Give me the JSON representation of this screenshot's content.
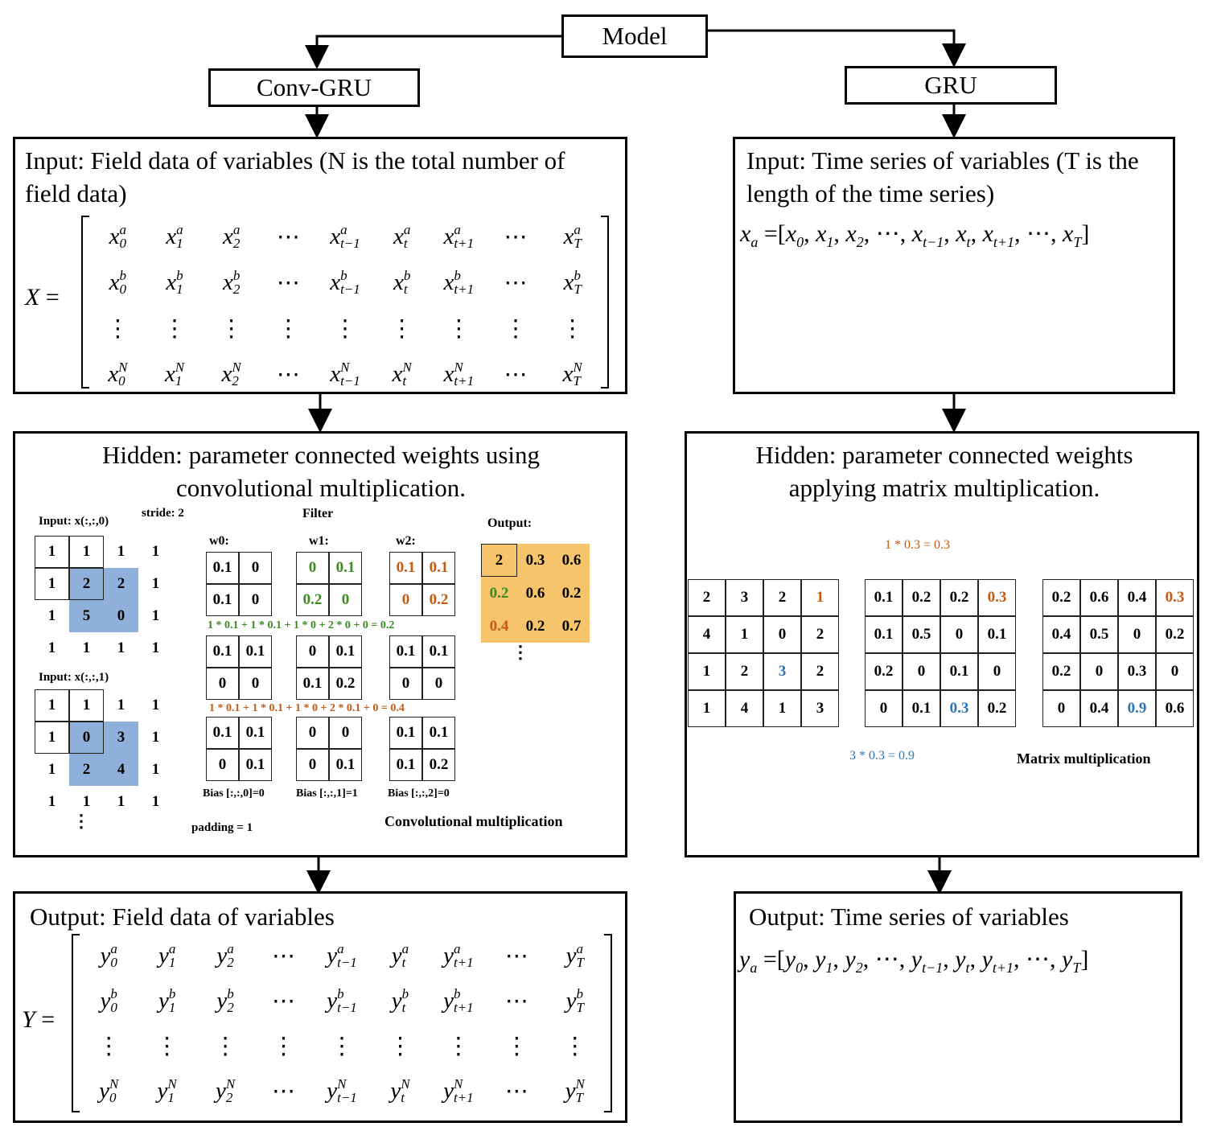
{
  "model_label": "Model",
  "left": {
    "title": "Conv-GRU",
    "input": {
      "heading": "Input: Field data of variables (N is the total number of field data)",
      "lhs": "X",
      "var": "x",
      "rows": [
        "a",
        "b",
        "N"
      ],
      "cols": [
        "0",
        "1",
        "2",
        "⋯",
        "t−1",
        "t",
        "t+1",
        "⋯",
        "T"
      ]
    },
    "hidden": {
      "heading": "Hidden:  parameter connected weights using convolutional multiplication.",
      "input0_label": "Input: x(:,:,0)",
      "input1_label": "Input: x(:,:,1)",
      "stride_label": "stride: 2",
      "padding_label": "padding = 1",
      "filter_label": "Filter",
      "output_label": "Output:",
      "w_labels": [
        "w0:",
        "w1:",
        "w2:"
      ],
      "input0": [
        [
          "1",
          "1",
          "1",
          "1"
        ],
        [
          "1",
          "2",
          "2",
          "1"
        ],
        [
          "1",
          "5",
          "0",
          "1"
        ],
        [
          "1",
          "1",
          "1",
          "1"
        ]
      ],
      "input1": [
        [
          "1",
          "1",
          "1",
          "1"
        ],
        [
          "1",
          "0",
          "3",
          "1"
        ],
        [
          "1",
          "2",
          "4",
          "1"
        ],
        [
          "1",
          "1",
          "1",
          "1"
        ]
      ],
      "filters": [
        [
          [
            [
              "0.1",
              "0"
            ],
            [
              "0.1",
              "0"
            ]
          ],
          [
            [
              "0.1",
              "0.1"
            ],
            [
              "0",
              "0"
            ]
          ],
          [
            [
              "0.1",
              "0.1"
            ],
            [
              "0",
              "0.1"
            ]
          ]
        ],
        [
          [
            [
              "0",
              "0.1"
            ],
            [
              "0.2",
              "0"
            ]
          ],
          [
            [
              "0",
              "0.1"
            ],
            [
              "0.1",
              "0.2"
            ]
          ],
          [
            [
              "0",
              "0"
            ],
            [
              "0",
              "0.1"
            ]
          ]
        ],
        [
          [
            [
              "0.1",
              "0.1"
            ],
            [
              "0",
              "0.2"
            ]
          ],
          [
            [
              "0.1",
              "0.1"
            ],
            [
              "0",
              "0"
            ]
          ],
          [
            [
              "0.1",
              "0.1"
            ],
            [
              "0.1",
              "0.2"
            ]
          ]
        ]
      ],
      "eq_green": "1 * 0.1 + 1 * 0.1 + 1 * 0 + 2 * 0 + 0 = 0.2",
      "eq_orange": "1 * 0.1 + 1 * 0.1 + 1 * 0 + 2 * 0.1 + 0 = 0.4",
      "bias": [
        "Bias [:,:,0]=0",
        "Bias [:,:,1]=1",
        "Bias [:,:,2]=0"
      ],
      "output": [
        [
          "2",
          "0.3",
          "0.6"
        ],
        [
          "0.2",
          "0.6",
          "0.2"
        ],
        [
          "0.4",
          "0.2",
          "0.7"
        ]
      ],
      "conv_label": "Convolutional multiplication"
    },
    "output": {
      "heading": "Output: Field data of variables",
      "lhs": "Y",
      "var": "y"
    }
  },
  "right": {
    "title": "GRU",
    "input": {
      "heading": "Input: Time series of variables (T is the length of the time series)",
      "lhs_var": "x",
      "lhs_sub": "a"
    },
    "hidden": {
      "heading": "Hidden:  parameter connected weights applying matrix multiplication.",
      "m1": [
        [
          "2",
          "3",
          "2",
          "1"
        ],
        [
          "4",
          "1",
          "0",
          "2"
        ],
        [
          "1",
          "2",
          "3",
          "2"
        ],
        [
          "1",
          "4",
          "1",
          "3"
        ]
      ],
      "m2": [
        [
          "0.1",
          "0.2",
          "0.2",
          "0.3"
        ],
        [
          "0.1",
          "0.5",
          "0",
          "0.1"
        ],
        [
          "0.2",
          "0",
          "0.1",
          "0"
        ],
        [
          "0",
          "0.1",
          "0.3",
          "0.2"
        ]
      ],
      "m3": [
        [
          "0.2",
          "0.6",
          "0.4",
          "0.3"
        ],
        [
          "0.4",
          "0.5",
          "0",
          "0.2"
        ],
        [
          "0.2",
          "0",
          "0.3",
          "0"
        ],
        [
          "0",
          "0.4",
          "0.9",
          "0.6"
        ]
      ],
      "eq_top": "1 * 0.3 = 0.3",
      "eq_bottom": "3 * 0.3 = 0.9",
      "mat_label": "Matrix multiplication"
    },
    "output": {
      "heading": "Output: Time series of variables",
      "lhs_var": "y",
      "lhs_sub": "a"
    }
  },
  "colors": {
    "blue_cell": "#8eb0da",
    "orange_cell": "#f6c46a",
    "green_text": "#3c8a23",
    "orange_text": "#c55a11",
    "blue_text": "#2e75b6"
  }
}
